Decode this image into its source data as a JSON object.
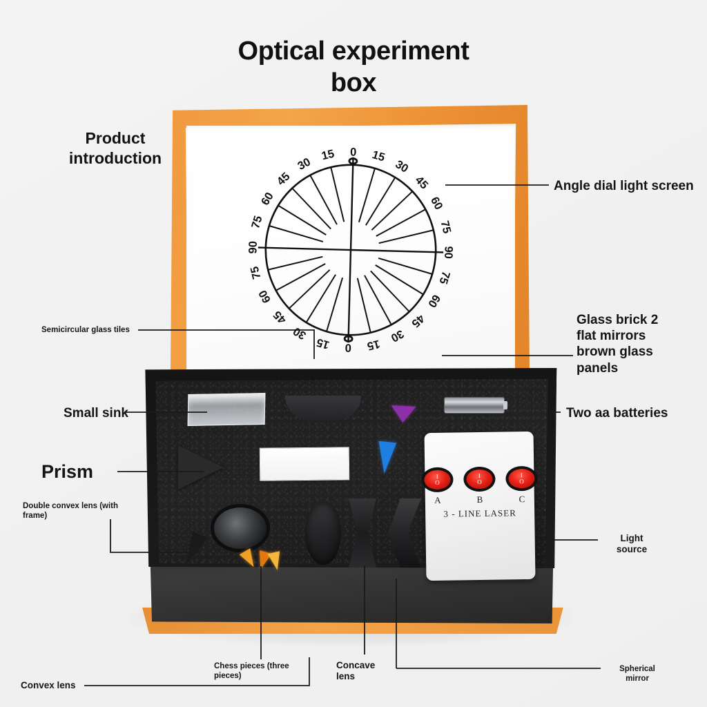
{
  "page": {
    "title": "Optical experiment box",
    "title_line1": "Optical experiment",
    "title_line2": "box",
    "intro_heading_line1": "Product",
    "intro_heading_line2": "introduction",
    "background_color": "#f1f1f1",
    "accent_color": "#f09a3e"
  },
  "callouts": {
    "angle_dial": "Angle dial light screen",
    "glass_brick": "Glass brick 2\nflat mirrors\nbrown glass\npanels",
    "glass_brick_line1": "Glass brick 2",
    "glass_brick_line2": "flat mirrors",
    "glass_brick_line3": "brown glass",
    "glass_brick_line4": "panels",
    "semicircular": "Semicircular glass tiles",
    "small_sink": "Small sink",
    "prism": "Prism",
    "double_convex_line1": "Double convex lens (with",
    "double_convex_line2": "frame)",
    "two_aa_batteries": "Two aa batteries",
    "light_source_line1": "Light",
    "light_source_line2": "source",
    "convex_lens": "Convex lens",
    "chess_pieces_line1": "Chess pieces (three",
    "chess_pieces_line2": "pieces)",
    "concave_lens_line1": "Concave",
    "concave_lens_line2": "lens",
    "spherical_mirror_line1": "Spherical",
    "spherical_mirror_line2": "mirror"
  },
  "laser_device": {
    "model_text": "3 - LINE LASER",
    "switches": [
      {
        "label": "A",
        "on_mark": "I",
        "off_mark": "O"
      },
      {
        "label": "B",
        "on_mark": "I",
        "off_mark": "O"
      },
      {
        "label": "C",
        "on_mark": "I",
        "off_mark": "O"
      }
    ],
    "switch_color": "#e41f14"
  },
  "angle_dial": {
    "description": "Circular protractor light screen with degree markings",
    "tick_interval_degrees": 15,
    "labels_per_quadrant": [
      0,
      15,
      30,
      45,
      60,
      75,
      90
    ],
    "quadrant_labels": {
      "top": [
        "0",
        "15",
        "30",
        "45",
        "60",
        "75",
        "90"
      ],
      "right": [
        "90",
        "75",
        "60",
        "45",
        "30",
        "15",
        "0"
      ],
      "bottom": [
        "0",
        "15",
        "30",
        "45",
        "60",
        "75",
        "90"
      ],
      "left": [
        "90",
        "75",
        "60",
        "45",
        "30",
        "15",
        "0"
      ]
    },
    "axis_lines": [
      "vertical",
      "horizontal"
    ],
    "line_color": "#111111"
  },
  "tray_items": [
    {
      "name": "small-sink",
      "color": "#e6eaec"
    },
    {
      "name": "semicircular-glass-tile",
      "color": "#3a3a3e"
    },
    {
      "name": "glass-brick",
      "color": "#ffffff"
    },
    {
      "name": "prism-purple",
      "color": "#8d2fa8"
    },
    {
      "name": "prism-blue",
      "color": "#1f7fe0"
    },
    {
      "name": "prism-black",
      "color": "#2a2a2a"
    },
    {
      "name": "aa-battery",
      "color": "#b9bcc1"
    },
    {
      "name": "double-convex-lens-with-frame",
      "color": "#3c3e41"
    },
    {
      "name": "chess-pieces",
      "color": "#f0a227"
    },
    {
      "name": "concave-lens",
      "color": "#232325"
    },
    {
      "name": "convex-lens",
      "color": "#1c1c1e"
    },
    {
      "name": "spherical-mirror",
      "color": "#202022"
    },
    {
      "name": "three-line-laser",
      "color": "#f3f3f3"
    }
  ]
}
